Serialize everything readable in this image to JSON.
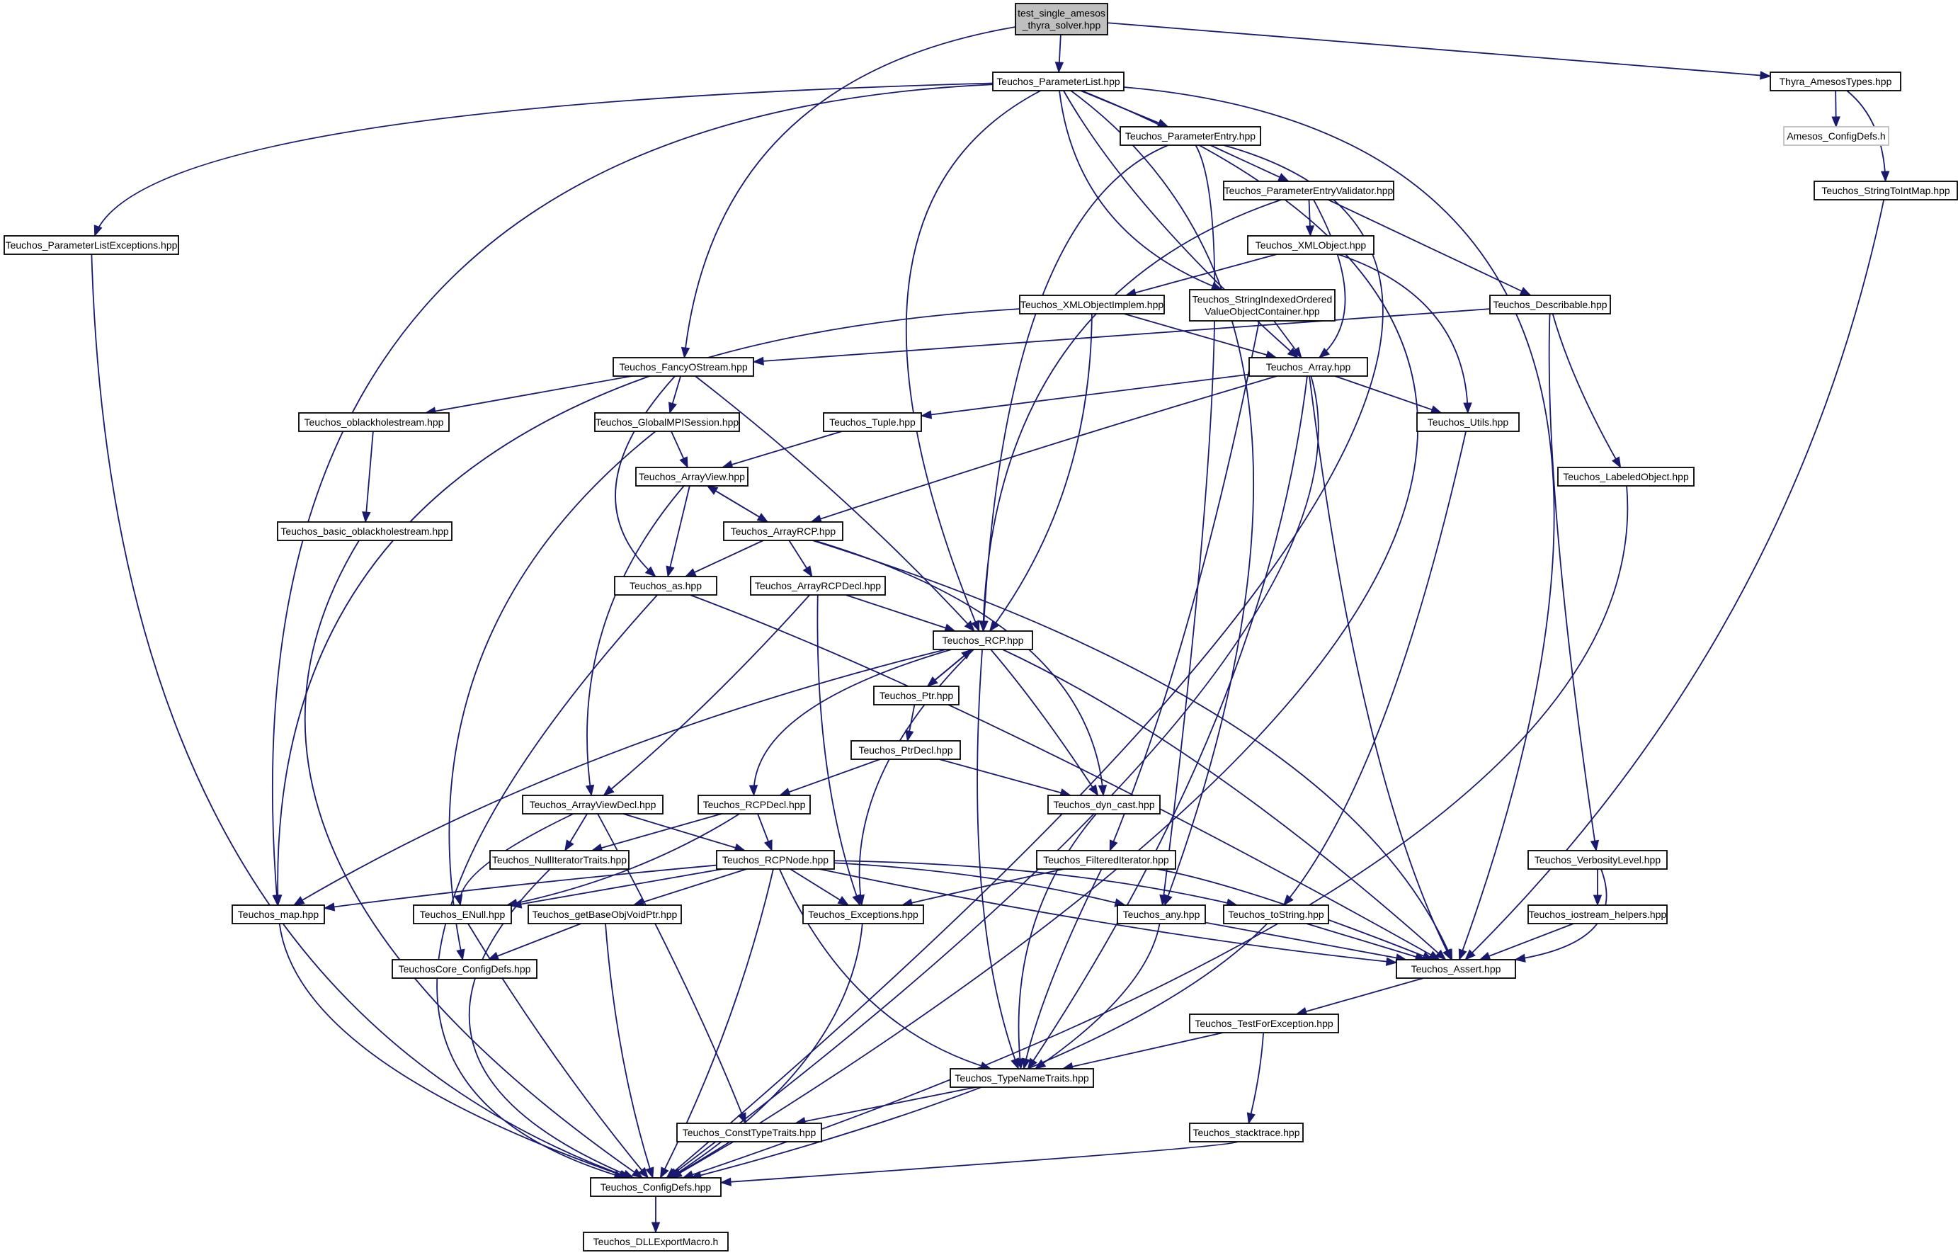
{
  "colors": {
    "edge": "#191970",
    "node_border": "#000000",
    "root_fill": "#bfbfbf",
    "external_border": "#bfbfbf",
    "background": "#ffffff"
  },
  "nodes": [
    {
      "id": "root",
      "lines": [
        "test_single_amesos",
        "_thyra_solver.hpp"
      ],
      "style": "root"
    },
    {
      "id": "paramlist",
      "lines": [
        "Teuchos_ParameterList.hpp"
      ]
    },
    {
      "id": "thyra",
      "lines": [
        "Thyra_AmesosTypes.hpp"
      ]
    },
    {
      "id": "amesoscfg",
      "lines": [
        "Amesos_ConfigDefs.h"
      ],
      "style": "external"
    },
    {
      "id": "paramentry",
      "lines": [
        "Teuchos_ParameterEntry.hpp"
      ]
    },
    {
      "id": "strtoint",
      "lines": [
        "Teuchos_StringToIntMap.hpp"
      ]
    },
    {
      "id": "plexc",
      "lines": [
        "Teuchos_ParameterListExceptions.hpp"
      ]
    },
    {
      "id": "pevalid",
      "lines": [
        "Teuchos_ParameterEntryValidator.hpp"
      ]
    },
    {
      "id": "xmlobj",
      "lines": [
        "Teuchos_XMLObject.hpp"
      ]
    },
    {
      "id": "xmlimpl",
      "lines": [
        "Teuchos_XMLObjectImplem.hpp"
      ]
    },
    {
      "id": "sio",
      "lines": [
        "Teuchos_StringIndexedOrdered",
        "ValueObjectContainer.hpp"
      ]
    },
    {
      "id": "describ",
      "lines": [
        "Teuchos_Describable.hpp"
      ]
    },
    {
      "id": "fancy",
      "lines": [
        "Teuchos_FancyOStream.hpp"
      ]
    },
    {
      "id": "array",
      "lines": [
        "Teuchos_Array.hpp"
      ]
    },
    {
      "id": "oblack",
      "lines": [
        "Teuchos_oblackholestream.hpp"
      ]
    },
    {
      "id": "gmpi",
      "lines": [
        "Teuchos_GlobalMPISession.hpp"
      ]
    },
    {
      "id": "tuple",
      "lines": [
        "Teuchos_Tuple.hpp"
      ]
    },
    {
      "id": "utils",
      "lines": [
        "Teuchos_Utils.hpp"
      ]
    },
    {
      "id": "arrview",
      "lines": [
        "Teuchos_ArrayView.hpp"
      ]
    },
    {
      "id": "labeled",
      "lines": [
        "Teuchos_LabeledObject.hpp"
      ]
    },
    {
      "id": "boblack",
      "lines": [
        "Teuchos_basic_oblackholestream.hpp"
      ]
    },
    {
      "id": "arcp",
      "lines": [
        "Teuchos_ArrayRCP.hpp"
      ]
    },
    {
      "id": "as",
      "lines": [
        "Teuchos_as.hpp"
      ]
    },
    {
      "id": "arcpdecl",
      "lines": [
        "Teuchos_ArrayRCPDecl.hpp"
      ]
    },
    {
      "id": "rcp",
      "lines": [
        "Teuchos_RCP.hpp"
      ]
    },
    {
      "id": "ptr",
      "lines": [
        "Teuchos_Ptr.hpp"
      ]
    },
    {
      "id": "ptrdecl",
      "lines": [
        "Teuchos_PtrDecl.hpp"
      ]
    },
    {
      "id": "avdecl",
      "lines": [
        "Teuchos_ArrayViewDecl.hpp"
      ]
    },
    {
      "id": "rcpdecl",
      "lines": [
        "Teuchos_RCPDecl.hpp"
      ]
    },
    {
      "id": "dyncast",
      "lines": [
        "Teuchos_dyn_cast.hpp"
      ]
    },
    {
      "id": "nullit",
      "lines": [
        "Teuchos_NullIteratorTraits.hpp"
      ]
    },
    {
      "id": "rcpnode",
      "lines": [
        "Teuchos_RCPNode.hpp"
      ]
    },
    {
      "id": "filtit",
      "lines": [
        "Teuchos_FilteredIterator.hpp"
      ]
    },
    {
      "id": "verb",
      "lines": [
        "Teuchos_VerbosityLevel.hpp"
      ]
    },
    {
      "id": "map",
      "lines": [
        "Teuchos_map.hpp"
      ]
    },
    {
      "id": "enull",
      "lines": [
        "Teuchos_ENull.hpp"
      ]
    },
    {
      "id": "getbase",
      "lines": [
        "Teuchos_getBaseObjVoidPtr.hpp"
      ]
    },
    {
      "id": "excs",
      "lines": [
        "Teuchos_Exceptions.hpp"
      ]
    },
    {
      "id": "any",
      "lines": [
        "Teuchos_any.hpp"
      ]
    },
    {
      "id": "tostr",
      "lines": [
        "Teuchos_toString.hpp"
      ]
    },
    {
      "id": "iosh",
      "lines": [
        "Teuchos_iostream_helpers.hpp"
      ]
    },
    {
      "id": "corecfg",
      "lines": [
        "TeuchosCore_ConfigDefs.hpp"
      ]
    },
    {
      "id": "assert",
      "lines": [
        "Teuchos_Assert.hpp"
      ]
    },
    {
      "id": "tfe",
      "lines": [
        "Teuchos_TestForException.hpp"
      ]
    },
    {
      "id": "tnt",
      "lines": [
        "Teuchos_TypeNameTraits.hpp"
      ]
    },
    {
      "id": "ctt",
      "lines": [
        "Teuchos_ConstTypeTraits.hpp"
      ]
    },
    {
      "id": "stack",
      "lines": [
        "Teuchos_stacktrace.hpp"
      ]
    },
    {
      "id": "cfg",
      "lines": [
        "Teuchos_ConfigDefs.hpp"
      ]
    },
    {
      "id": "dll",
      "lines": [
        "Teuchos_DLLExportMacro.h"
      ]
    }
  ]
}
